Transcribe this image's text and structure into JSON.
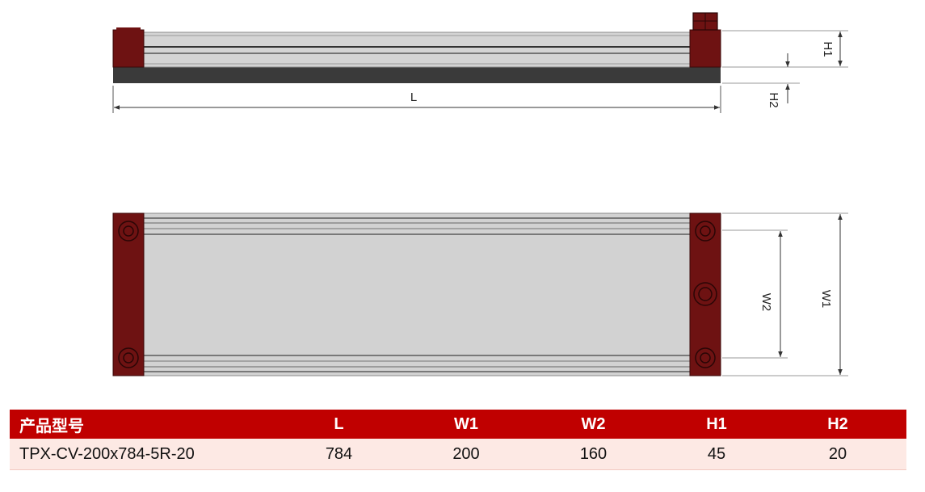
{
  "diagram": {
    "side_view": {
      "length_label": "L",
      "h1_label": "H1",
      "h2_label": "H2"
    },
    "top_view": {
      "w1_label": "W1",
      "w2_label": "W2"
    },
    "colors": {
      "end_block": "#6e1212",
      "rail": "#d2d2d2",
      "base": "#3a3a3a",
      "dim_line": "#555555"
    }
  },
  "spec_table": {
    "headers": {
      "model": "产品型号",
      "L": "L",
      "W1": "W1",
      "W2": "W2",
      "H1": "H1",
      "H2": "H2"
    },
    "rows": [
      {
        "model": "TPX-CV-200x784-5R-20",
        "L": "784",
        "W1": "200",
        "W2": "160",
        "H1": "45",
        "H2": "20"
      }
    ],
    "colors": {
      "header_bg": "#c00000",
      "row_bg": "#fde9e4"
    }
  }
}
